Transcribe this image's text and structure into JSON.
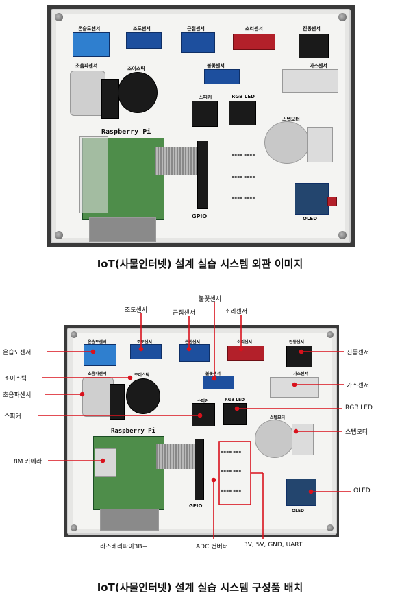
{
  "photo1": {
    "board_labels": {
      "temp_humidity": "온습도센서",
      "illuminance": "조도센서",
      "proximity": "근접센서",
      "sound": "소리센서",
      "vibration": "진동센서",
      "ultrasonic": "초음파센서",
      "joystick": "조이스틱",
      "flame": "불꽃센서",
      "gas": "가스센서",
      "speaker": "스피커",
      "rgb_led": "RGB LED",
      "stepper": "스텝모터",
      "raspberry": "Raspberry Pi",
      "gpio": "GPIO",
      "oled": "OLED"
    }
  },
  "caption1": "IoT(사물인터넷) 설계 실습 시스템 외관 이미지",
  "photo2": {
    "board_labels": {
      "temp_humidity": "온습도센서",
      "illuminance": "조도센서",
      "proximity": "근접센서",
      "sound": "소리센서",
      "vibration": "진동센서",
      "ultrasonic": "초음파센서",
      "joystick": "조이스틱",
      "flame": "불꽃센서",
      "gas": "가스센서",
      "speaker": "스피커",
      "rgb_led": "RGB LED",
      "stepper": "스텝모터",
      "raspberry": "Raspberry Pi",
      "gpio": "GPIO",
      "oled": "OLED"
    },
    "callouts": {
      "illuminance": "조도센서",
      "proximity": "근접센서",
      "flame": "불꽃센서",
      "sound": "소리센서",
      "temp_humidity": "온습도센서",
      "vibration": "진동센서",
      "joystick": "조이스틱",
      "gas": "가스센서",
      "ultrasonic": "초음파센서",
      "rgb_led": "RGB LED",
      "speaker": "스피커",
      "stepper": "스텝모터",
      "camera": "8M 카메라",
      "oled": "OLED",
      "raspberry": "라즈베리파이3B+",
      "adc": "ADC 컨버터",
      "power": "3V, 5V, GND, UART"
    }
  },
  "caption2": "IoT(사물인터넷) 설계 실습 시스템 구성품 배치",
  "colors": {
    "callout_line": "#d9121d",
    "board": "#f4f4f2",
    "module_blue": "#1d4f9e"
  }
}
